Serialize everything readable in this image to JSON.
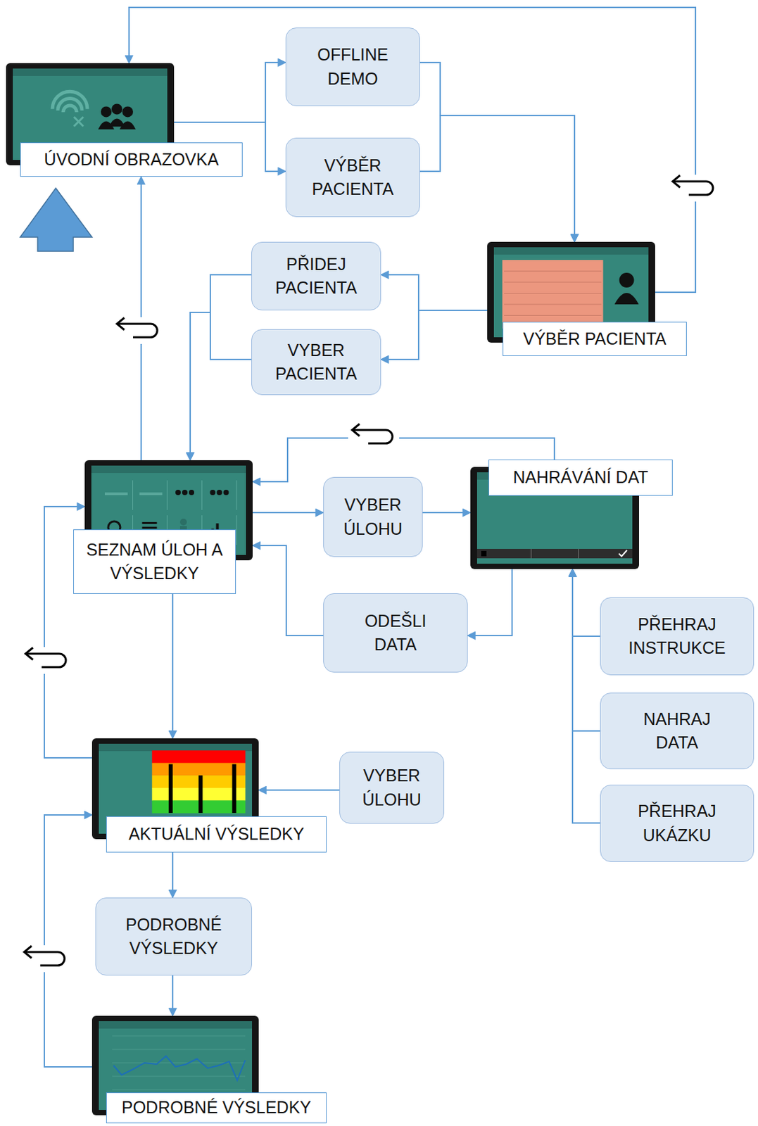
{
  "diagram": {
    "nodes": [
      {
        "text": [
          "ÚVODNÍ OBRAZOVKA"
        ]
      },
      {
        "text": [
          "OFFLINE DEMO"
        ]
      },
      {
        "text": [
          "VÝBĚR PACIENTA"
        ]
      },
      {
        "text": [
          "VÝBĚR PACIENTA"
        ]
      },
      {
        "text": [
          "PŘIDEJ PACIENTA"
        ]
      },
      {
        "text": [
          "VYBER PACIENTA"
        ]
      },
      {
        "text": [
          "SEZNAM ÚLOH A VÝSLEDKY"
        ]
      },
      {
        "text": [
          "VYBER ÚLOHU"
        ]
      },
      {
        "text": [
          "NAHRÁVÁNÍ DAT"
        ]
      },
      {
        "text": [
          "ODEŠLI DATA"
        ]
      },
      {
        "text": [
          "PŘEHRAJ INSTRUKCE"
        ]
      },
      {
        "text": [
          "NAHRAJ DATA"
        ]
      },
      {
        "text": [
          "PŘEHRAJ UKÁZKU"
        ]
      },
      {
        "text": [
          "AKTUÁLNÍ VÝSLEDKY"
        ]
      },
      {
        "text": [
          "VYBER ÚLOHU"
        ]
      },
      {
        "text": [
          "PODROBNÉ VÝSLEDKY"
        ]
      },
      {
        "text": [
          "PODROBNÉ VÝSLEDKY"
        ]
      }
    ],
    "edges": [
      {
        "from": 0,
        "to": 1,
        "arrow": "to"
      },
      {
        "from": 0,
        "to": 2,
        "arrow": "to"
      },
      {
        "from": 1,
        "to": 3,
        "arrow": "to"
      },
      {
        "from": 2,
        "to": 3,
        "arrow": "to"
      },
      {
        "from": 3,
        "to": 0,
        "arrow": "to"
      },
      {
        "from": 3,
        "to": 4,
        "arrow": "to"
      },
      {
        "from": 3,
        "to": 5,
        "arrow": "to"
      },
      {
        "from": 4,
        "to": 6,
        "arrow": "to"
      },
      {
        "from": 5,
        "to": 6,
        "arrow": "to"
      },
      {
        "from": 6,
        "to": 0,
        "arrow": "to"
      },
      {
        "from": 6,
        "to": 7,
        "arrow": "to"
      },
      {
        "from": 7,
        "to": 8,
        "arrow": "to"
      },
      {
        "from": 8,
        "to": 6,
        "arrow": "to"
      },
      {
        "from": 8,
        "to": 9,
        "arrow": "to"
      },
      {
        "from": 9,
        "to": 6,
        "arrow": "to"
      },
      {
        "from": 10,
        "to": 8,
        "arrow": "to"
      },
      {
        "from": 11,
        "to": 8,
        "arrow": "to"
      },
      {
        "from": 12,
        "to": 8,
        "arrow": "to"
      },
      {
        "from": 6,
        "to": 13,
        "arrow": "to"
      },
      {
        "from": 13,
        "to": 6,
        "arrow": "to"
      },
      {
        "from": 14,
        "to": 13,
        "arrow": "to"
      },
      {
        "from": 13,
        "to": 15,
        "arrow": "to"
      },
      {
        "from": 15,
        "to": 16,
        "arrow": "to"
      },
      {
        "from": 16,
        "to": 13,
        "arrow": "to"
      }
    ]
  }
}
